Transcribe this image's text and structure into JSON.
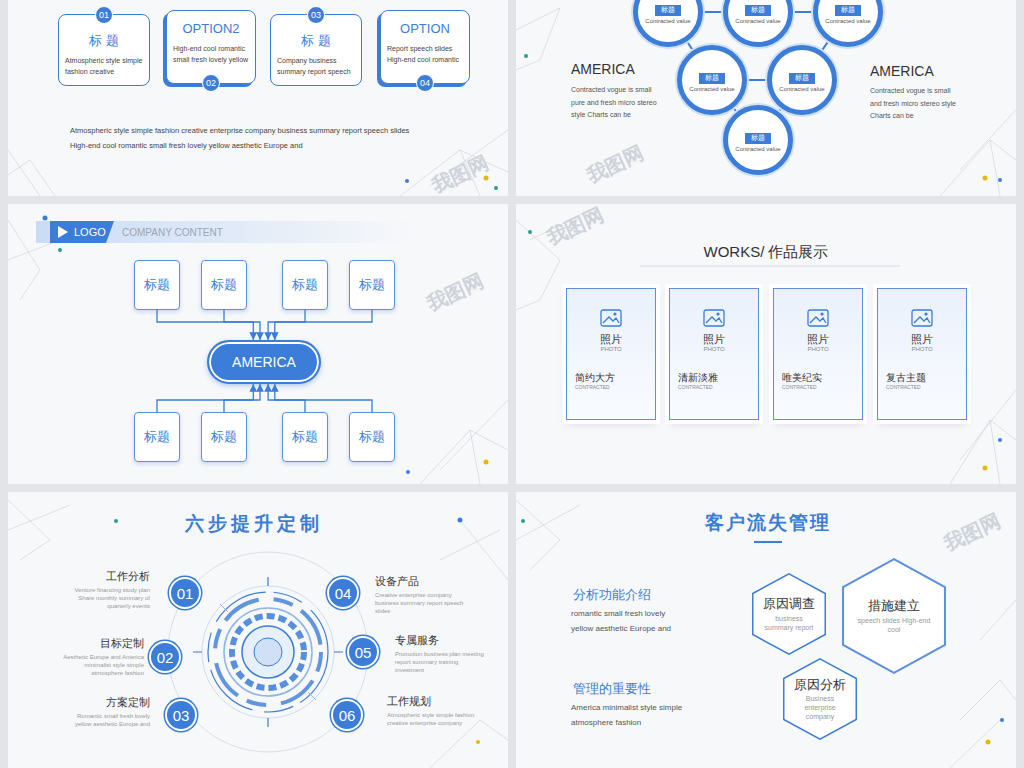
{
  "diagram": {
    "nodes": [
      {
        "text": [
          "标 题",
          "Atmospheric style simple fashion creative"
        ]
      },
      {
        "text": [
          "01"
        ],
        "in": 0
      },
      {
        "text": [
          "OPTION2",
          "High-end cool romantic small fresh lovely yellow"
        ]
      },
      {
        "text": [
          "02"
        ],
        "in": 2
      },
      {
        "text": [
          "标 题",
          "Company business summary report speech"
        ]
      },
      {
        "text": [
          "03"
        ],
        "in": 4
      },
      {
        "text": [
          "OPTION",
          "Report speech slides High-end cool romantic"
        ]
      },
      {
        "text": [
          "04"
        ],
        "in": 6
      },
      {
        "text": [
          "标题",
          "Contracted value"
        ]
      },
      {
        "text": [
          "标题",
          "Contracted value"
        ]
      },
      {
        "text": [
          "标题",
          "Contracted value"
        ]
      },
      {
        "text": [
          "标题",
          "Contracted value"
        ]
      },
      {
        "text": [
          "标题",
          "Contracted value"
        ]
      },
      {
        "text": [
          "标题",
          "Contracted value"
        ]
      },
      {
        "text": [
          "标题"
        ]
      },
      {
        "text": [
          "标题"
        ]
      },
      {
        "text": [
          "标题"
        ]
      },
      {
        "text": [
          "标题"
        ]
      },
      {
        "text": [
          "AMERICA"
        ]
      },
      {
        "text": [
          "标题"
        ]
      },
      {
        "text": [
          "标题"
        ]
      },
      {
        "text": [
          "标题"
        ]
      },
      {
        "text": [
          "标题"
        ]
      },
      {
        "text": [
          "照片",
          "PHOTO",
          "简约大方",
          "CONTRACTED"
        ]
      },
      {
        "text": [
          "照片",
          "PHOTO",
          "清新淡雅",
          "CONTRACTED"
        ]
      },
      {
        "text": [
          "照片",
          "PHOTO",
          "唯美纪实",
          "CONTRACTED"
        ]
      },
      {
        "text": [
          "照片",
          "PHOTO",
          "复古主题",
          "CONTRACTED"
        ]
      },
      {
        "text": [
          "01"
        ]
      },
      {
        "text": [
          "02"
        ]
      },
      {
        "text": [
          "03"
        ]
      },
      {
        "text": [
          "04"
        ]
      },
      {
        "text": [
          "05"
        ]
      },
      {
        "text": [
          "06"
        ]
      },
      {
        "text": [
          "原因调查",
          "business summary report"
        ]
      },
      {
        "text": [
          "措施建立",
          "speech slides High-end cool"
        ]
      },
      {
        "text": [
          "原因分析",
          "Business enterprise company"
        ]
      }
    ],
    "edges": [
      {
        "from": 8,
        "to": 9,
        "arrow": "none"
      },
      {
        "from": 9,
        "to": 10,
        "arrow": "none"
      },
      {
        "from": 8,
        "to": 11,
        "arrow": "none"
      },
      {
        "from": 10,
        "to": 12,
        "arrow": "none"
      },
      {
        "from": 11,
        "to": 12,
        "arrow": "none"
      },
      {
        "from": 11,
        "to": 13,
        "arrow": "none"
      },
      {
        "from": 12,
        "to": 13,
        "arrow": "none"
      },
      {
        "from": 14,
        "to": 18,
        "arrow": "to"
      },
      {
        "from": 15,
        "to": 18,
        "arrow": "to"
      },
      {
        "from": 16,
        "to": 18,
        "arrow": "to"
      },
      {
        "from": 17,
        "to": 18,
        "arrow": "to"
      },
      {
        "from": 19,
        "to": 18,
        "arrow": "to"
      },
      {
        "from": 20,
        "to": 18,
        "arrow": "to"
      },
      {
        "from": 21,
        "to": 18,
        "arrow": "to"
      },
      {
        "from": 22,
        "to": 18,
        "arrow": "to"
      }
    ],
    "labels": [
      "Atmospheric style simple fashion creative enterprise company business summary report speech slides High-end cool romantic small fresh lovely yellow aesthetic Europe and",
      "AMERICA",
      "Contracted vogue is small pure and fresh micro stereo style Charts can be",
      "AMERICA",
      "Contracted vogue is small and fresh micro stereo style Charts can be",
      "LOGO",
      "COMPANY CONTENT",
      "WORKS/ 作品展示",
      "六步提升定制",
      "工作分析",
      "Venture financing study plan Share monthly summary of quarterly events",
      "目标定制",
      "Aesthetic Europe and America minimalist style simple atmosphere fashion",
      "方案定制",
      "Romantic small fresh lovely yellow aesthetic Europe and",
      "设备产品",
      "Creative enterprise company business summary report speech slides",
      "专属服务",
      "Promotion business plan meeting report summary training investment",
      "工作规划",
      "Atmospheric style simple fashion creative enterprise company",
      "客户流失管理",
      "分析功能介绍",
      "romantic small fresh lovely yellow aesthetic Europe and",
      "管理的重要性",
      "America minimalist style simple atmosphere fashion",
      "我图网",
      "我图网",
      "我图网",
      "我图网",
      "我图网"
    ]
  }
}
